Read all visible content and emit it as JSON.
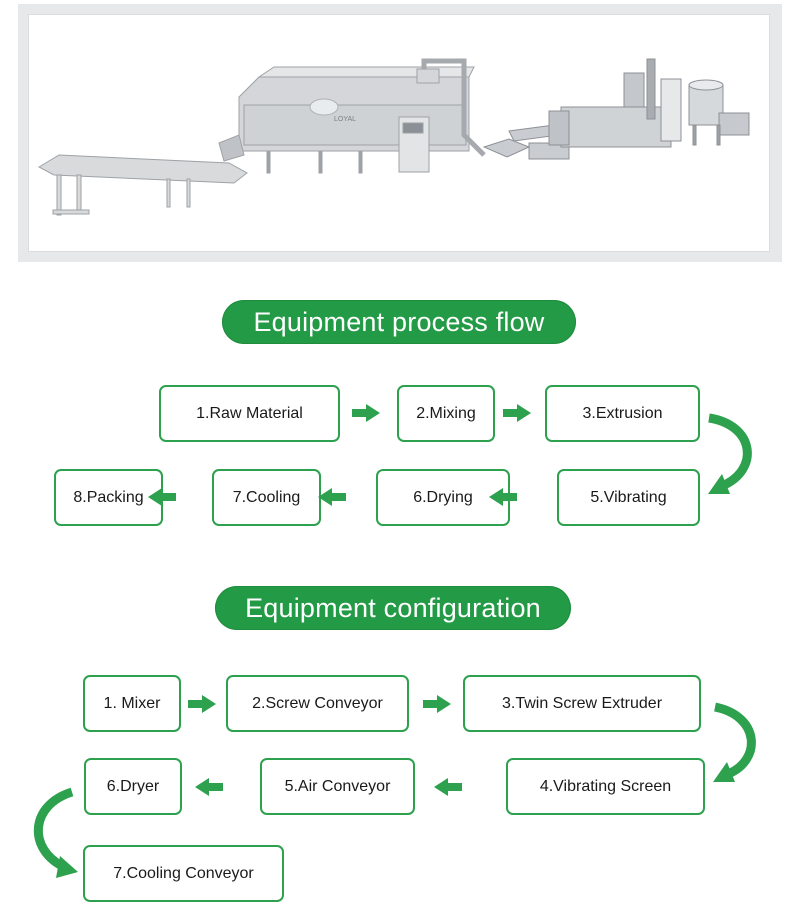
{
  "colors": {
    "accent": "#239a45",
    "box_border": "#2da14e",
    "arrow": "#2da14e"
  },
  "photo": {
    "logo_text": "LOYAL"
  },
  "process": {
    "title": "Equipment process flow",
    "steps": [
      "1.Raw Material",
      "2.Mixing",
      "3.Extrusion",
      "5.Vibrating",
      "6.Drying",
      "7.Cooling",
      "8.Packing"
    ]
  },
  "config": {
    "title": "Equipment configuration",
    "steps": [
      "1. Mixer",
      "2.Screw Conveyor",
      "3.Twin Screw Extruder",
      "4.Vibrating Screen",
      "5.Air Conveyor",
      "6.Dryer",
      "7.Cooling Conveyor"
    ]
  }
}
